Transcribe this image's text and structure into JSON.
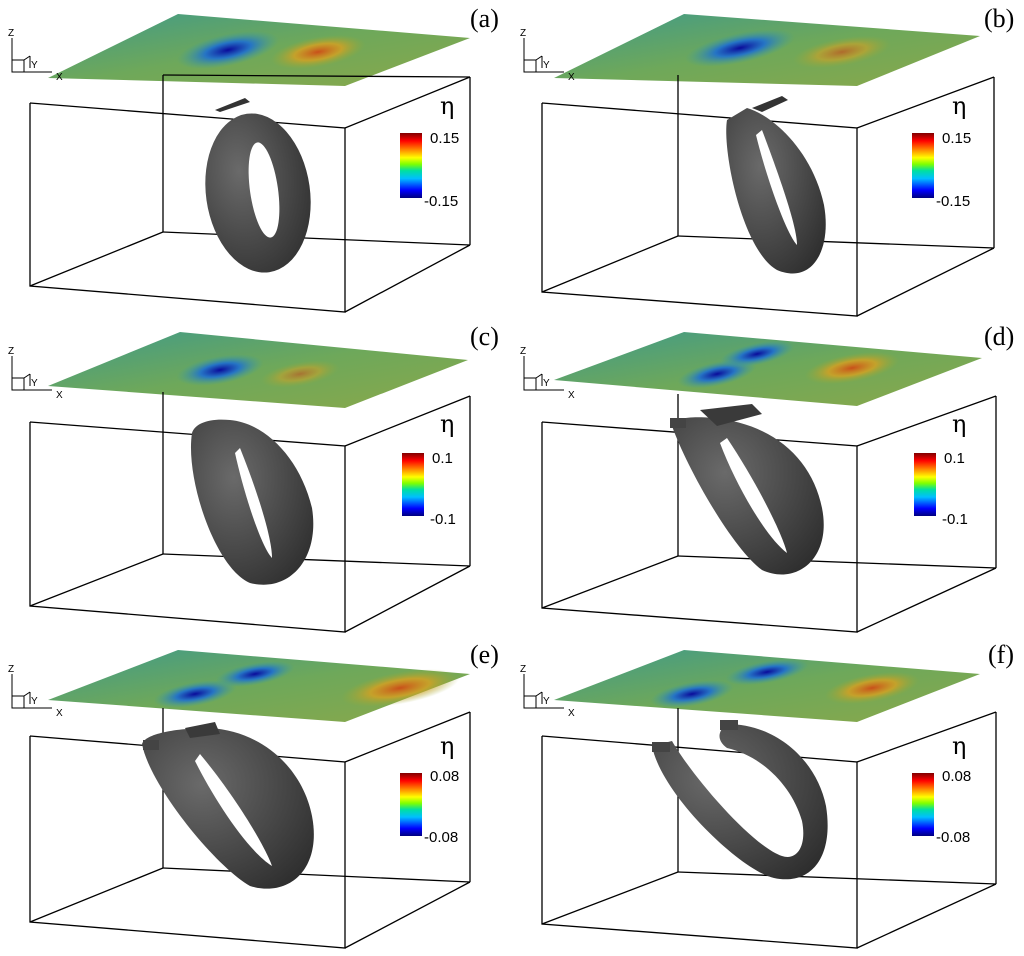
{
  "colormap": [
    "#00007f",
    "#0000ff",
    "#00bfff",
    "#00e0a0",
    "#7fff00",
    "#ffff00",
    "#ff8000",
    "#ff0000",
    "#800000"
  ],
  "triad": {
    "z": "Z",
    "y": "Y",
    "x": "X"
  },
  "panels": [
    {
      "label": "(a)",
      "eta_symbol": "η",
      "cb_max": "0.15",
      "cb_min": "-0.15"
    },
    {
      "label": "(b)",
      "eta_symbol": "η",
      "cb_max": "0.15",
      "cb_min": "-0.15"
    },
    {
      "label": "(c)",
      "eta_symbol": "η",
      "cb_max": "0.1",
      "cb_min": "-0.1"
    },
    {
      "label": "(d)",
      "eta_symbol": "η",
      "cb_max": "0.1",
      "cb_min": "-0.1"
    },
    {
      "label": "(e)",
      "eta_symbol": "η",
      "cb_max": "0.08",
      "cb_min": "-0.08"
    },
    {
      "label": "(f)",
      "eta_symbol": "η",
      "cb_max": "0.08",
      "cb_min": "-0.08"
    }
  ]
}
